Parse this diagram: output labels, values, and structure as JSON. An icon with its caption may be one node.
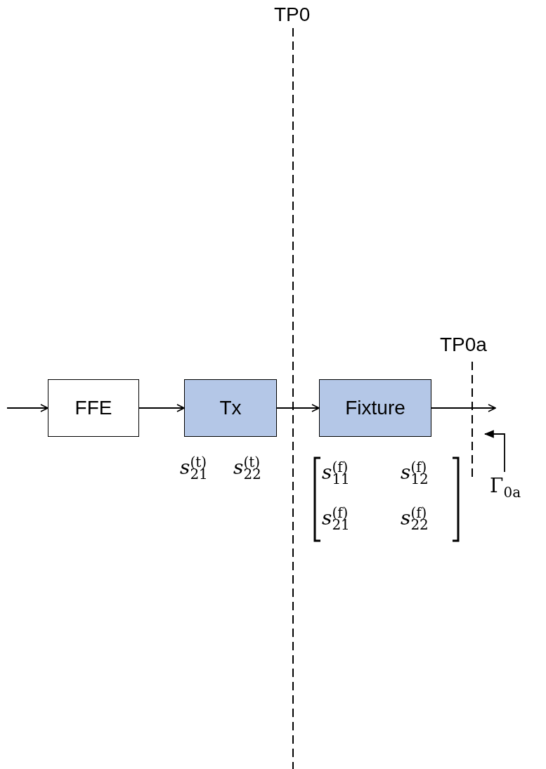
{
  "diagram": {
    "nodes": [
      {
        "text": [
          "FFE"
        ]
      },
      {
        "text": [
          "Tx"
        ],
        "beside": [
          "*s*$_{21}$$^{(t)}$",
          "*s*$_{22}$$^{(t)}$"
        ]
      },
      {
        "text": [
          "Fixture"
        ],
        "beside": [
          "*s*$_{11}$$^{(f)}$",
          "*s*$_{12}$$^{(f)}$",
          "*s*$_{21}$$^{(f)}$",
          "*s*$_{22}$$^{(f)}$"
        ]
      },
      {
        "text": [
          "Γ$_{0a}$"
        ]
      }
    ],
    "edges": [
      {
        "from": null,
        "to": 0,
        "arrow": "to"
      },
      {
        "from": 0,
        "to": 1,
        "arrow": "to"
      },
      {
        "from": 1,
        "to": 2,
        "arrow": "to"
      },
      {
        "from": 2,
        "to": null,
        "arrow": "to"
      },
      {
        "from": 3,
        "to": null,
        "arrow": "to"
      }
    ],
    "labels": [
      "TP0",
      "TP0a"
    ]
  }
}
